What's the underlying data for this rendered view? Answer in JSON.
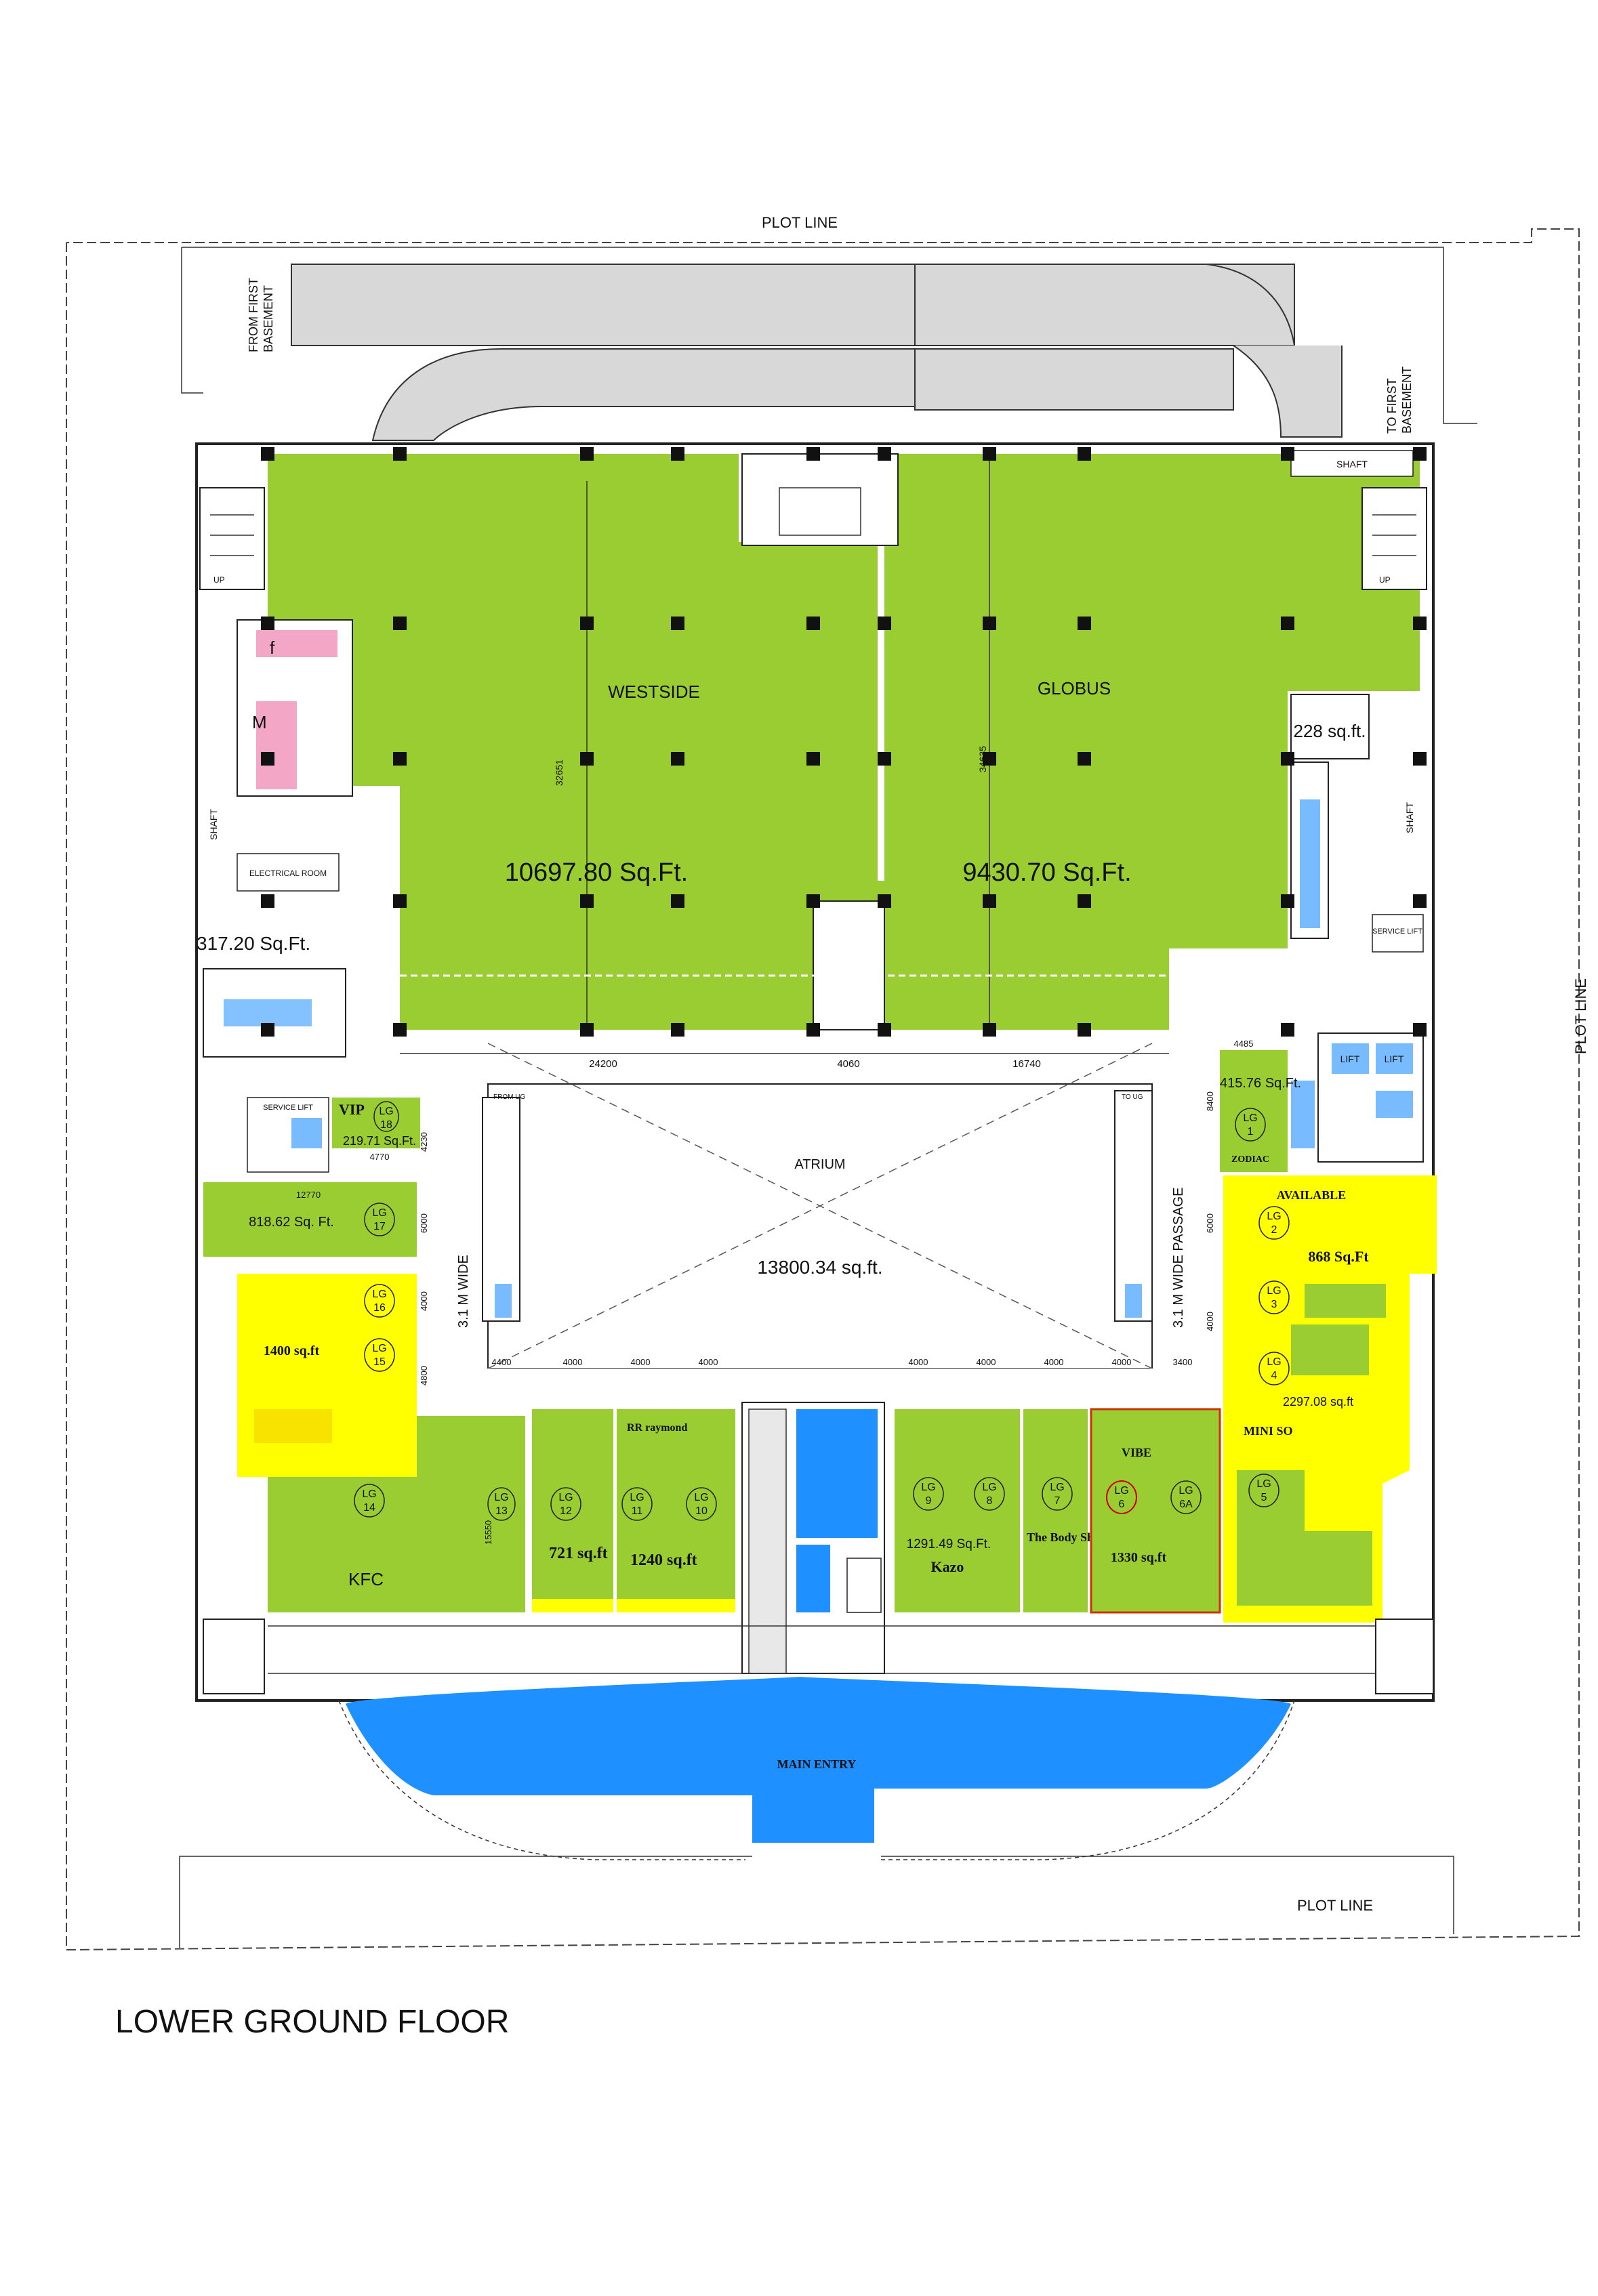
{
  "title": "LOWER GROUND FLOOR",
  "plot_line": {
    "top": "PLOT LINE",
    "right": "PLOT LINE",
    "bottom": "PLOT LINE"
  },
  "ramps": {
    "from_basement": [
      "FROM FIRST",
      "BASEMENT"
    ],
    "to_basement": [
      "TO FIRST",
      "BASEMENT"
    ]
  },
  "labels": {
    "shaft": "SHAFT",
    "up": "UP",
    "lift": "LIFT",
    "service_lift": "SERVICE LIFT",
    "electrical_room": "ELECTRICAL ROOM",
    "female": "f",
    "male": "M",
    "atrium": "ATRIUM",
    "atrium_area": "13800.34 sq.ft.",
    "wide_passage_right": "3.1 M WIDE PASSAGE",
    "wide_passage_left": "3.1 M WIDE",
    "main_entry": "MAIN ENTRY",
    "from_ug": "FROM UG",
    "to_ug": "TO UG"
  },
  "anchors": {
    "westside": {
      "name": "WESTSIDE",
      "area": "10697.80 Sq.Ft."
    },
    "globus": {
      "name": "GLOBUS",
      "area": "9430.70 Sq.Ft."
    }
  },
  "small_areas": {
    "a228": "228 sq.ft.",
    "a317": "317.20 Sq.Ft.",
    "a415": "415.76 Sq.Ft."
  },
  "units": [
    {
      "id": "LG 18",
      "label": "LG",
      "num": "18",
      "tag": "VIP",
      "area": "219.71 Sq.Ft."
    },
    {
      "id": "LG 17",
      "label": "LG",
      "num": "17",
      "area": "818.62 Sq. Ft."
    },
    {
      "id": "LG 16",
      "label": "LG",
      "num": "16"
    },
    {
      "id": "LG 15",
      "label": "LG",
      "num": "15",
      "area": "1400 sq.ft"
    },
    {
      "id": "LG 14",
      "label": "LG",
      "num": "14",
      "tenant": "KFC"
    },
    {
      "id": "LG 13",
      "label": "LG",
      "num": "13"
    },
    {
      "id": "LG 12",
      "label": "LG",
      "num": "12",
      "area": "721 sq.ft"
    },
    {
      "id": "LG 11",
      "label": "LG",
      "num": "11",
      "tenant": "RR raymond"
    },
    {
      "id": "LG 10",
      "label": "LG",
      "num": "10",
      "area": "1240 sq.ft"
    },
    {
      "id": "LG 9",
      "label": "LG",
      "num": "9",
      "area": "1291.49 Sq.Ft.",
      "tenant": "Kazo"
    },
    {
      "id": "LG 8",
      "label": "LG",
      "num": "8"
    },
    {
      "id": "LG 7",
      "label": "LG",
      "num": "7",
      "tenant": "The Body Shop"
    },
    {
      "id": "LG 6",
      "label": "LG",
      "num": "6",
      "tenant": "VIBE",
      "area": "1330 sq.ft"
    },
    {
      "id": "LG 6A",
      "label": "LG",
      "num": "6A"
    },
    {
      "id": "LG 5",
      "label": "LG",
      "num": "5",
      "tenant": "MINI SO",
      "area": "2297.08 sq.ft"
    },
    {
      "id": "LG 4",
      "label": "LG",
      "num": "4"
    },
    {
      "id": "LG 3",
      "label": "LG",
      "num": "3"
    },
    {
      "id": "LG 2",
      "label": "LG",
      "num": "2",
      "status": "AVAILABLE",
      "area": "868 Sq.Ft"
    },
    {
      "id": "LG 1",
      "label": "LG",
      "num": "1",
      "tenant": "ZODIAC"
    }
  ],
  "dimensions": {
    "d24200": "24200",
    "d4060": "4060",
    "d16740": "16740",
    "d4485": "4485",
    "d8400": "8400",
    "d12770": "12770",
    "d4770": "4770",
    "d4230": "4230",
    "d6000a": "6000",
    "d6000b": "6000",
    "d4000a": "4000",
    "d4000b": "4000",
    "d4800": "4800",
    "d4400": "4400",
    "d3400": "3400",
    "d15550": "15550",
    "d32651": "32651",
    "d34635": "34635",
    "front_bays": [
      "4000",
      "4000",
      "4000",
      "4000",
      "4000",
      "4000",
      "4000"
    ]
  },
  "colors": {
    "leased": "#9acd32",
    "available": "#ffff00",
    "water": "#1e90ff",
    "toilets": "#f4a6c6",
    "line": "#222222"
  }
}
